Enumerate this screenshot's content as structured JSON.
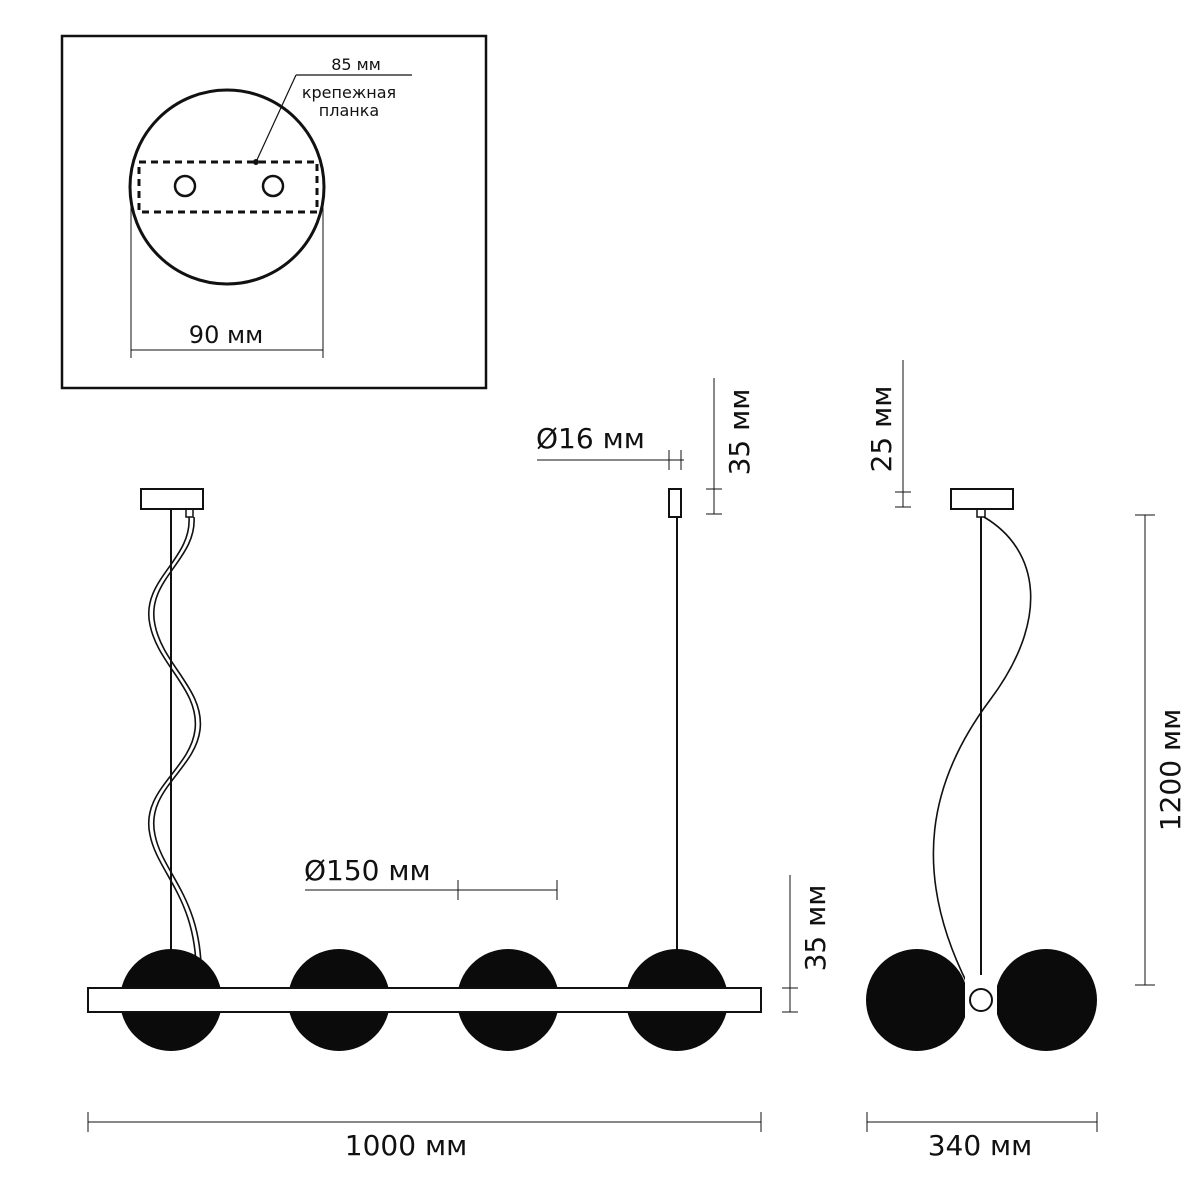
{
  "colors": {
    "line": "#111111",
    "shade": "#0b0b0b",
    "background": "#ffffff"
  },
  "inset": {
    "bracket_width": "85 мм",
    "bracket_label_line1": "крепежная",
    "bracket_label_line2": "планка",
    "canopy_diameter": "90 мм"
  },
  "front_view": {
    "cable_diameter": "Ø16 мм",
    "top_cap_height": "35 мм",
    "shade_diameter": "Ø150 мм",
    "bar_height": "35 мм",
    "overall_width": "1000 мм"
  },
  "side_view": {
    "canopy_height": "25 мм",
    "overall_height": "1200 мм",
    "overall_depth": "340 мм"
  }
}
